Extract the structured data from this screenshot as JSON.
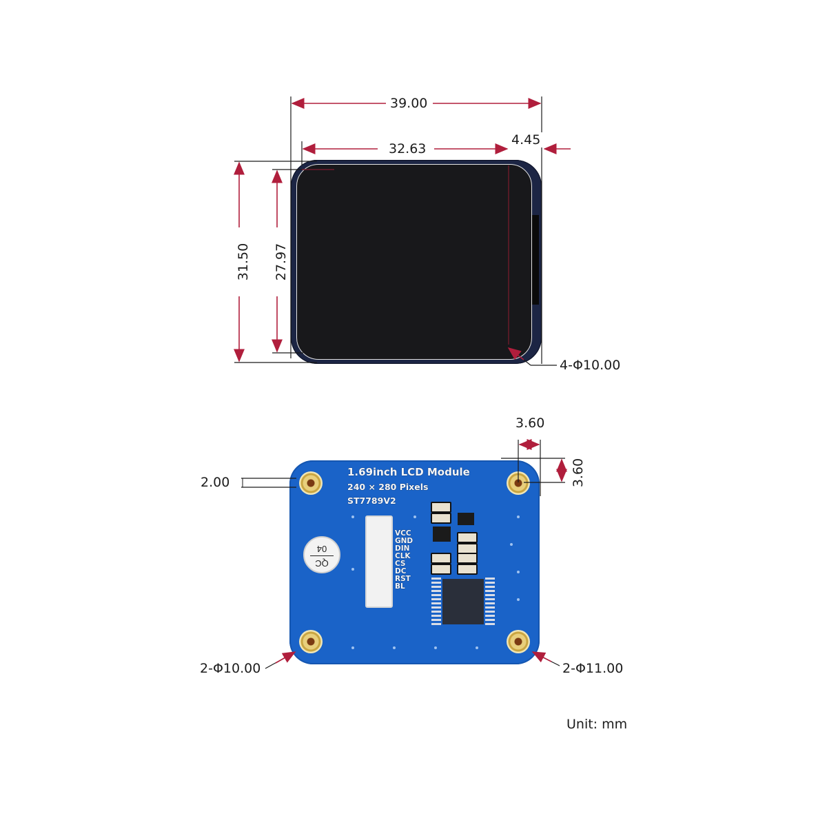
{
  "front_view": {
    "overall_width": "39.00",
    "active_width": "32.63",
    "edge_offset": "4.45",
    "overall_height": "31.50",
    "active_height": "27.97",
    "corner_radius": "4-Φ10.00"
  },
  "back_view": {
    "pcb_silkscreen": {
      "title": "1.69inch LCD Module",
      "resolution": "240 × 280 Pixels",
      "driver": "ST7789V2"
    },
    "pins": [
      "VCC",
      "GND",
      "DIN",
      "CLK",
      "CS",
      "DC",
      "RST",
      "BL"
    ],
    "qc_sticker": {
      "top": "QC",
      "bottom": "04"
    },
    "hole_offset_x": "3.60",
    "hole_offset_y": "3.60",
    "edge_gap": "2.00",
    "left_corner": "2-Φ10.00",
    "right_corner": "2-Φ11.00"
  },
  "unit_label": "Unit: mm",
  "colors": {
    "dimension_arrow": "#b01e3c",
    "pcb_blue": "#1a63c8",
    "lcd_black": "#18181b"
  }
}
